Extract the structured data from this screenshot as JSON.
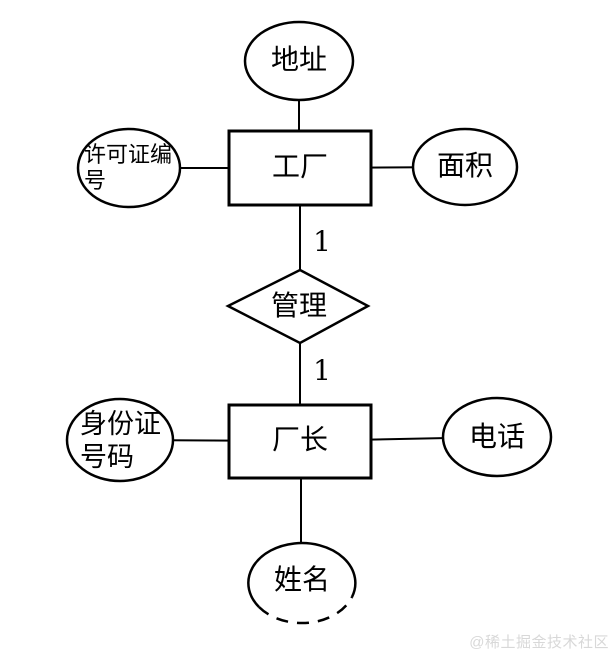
{
  "diagram": {
    "type": "entity-relationship",
    "entities": [
      {
        "label": "工厂",
        "shape": "rectangle"
      },
      {
        "label": "厂长",
        "shape": "rectangle"
      }
    ],
    "relationship": {
      "label": "管理",
      "shape": "diamond",
      "cardinalities": [
        "1",
        "1"
      ]
    },
    "attributes": [
      {
        "label": "地址",
        "entity": "工厂",
        "shape": "ellipse"
      },
      {
        "label": "许可证编号",
        "entity": "工厂",
        "shape": "ellipse"
      },
      {
        "label": "面积",
        "entity": "工厂",
        "shape": "ellipse"
      },
      {
        "label": "身份证号码",
        "entity": "厂长",
        "shape": "ellipse"
      },
      {
        "label": "电话",
        "entity": "厂长",
        "shape": "ellipse"
      },
      {
        "label": "姓名",
        "entity": "厂长",
        "shape": "ellipse-dashed-bottom"
      }
    ],
    "colors": {
      "stroke": "#000000",
      "background": "#ffffff",
      "watermark_text": "#d8d8d8"
    }
  },
  "watermark": {
    "text": "@稀土掘金技术社区"
  }
}
